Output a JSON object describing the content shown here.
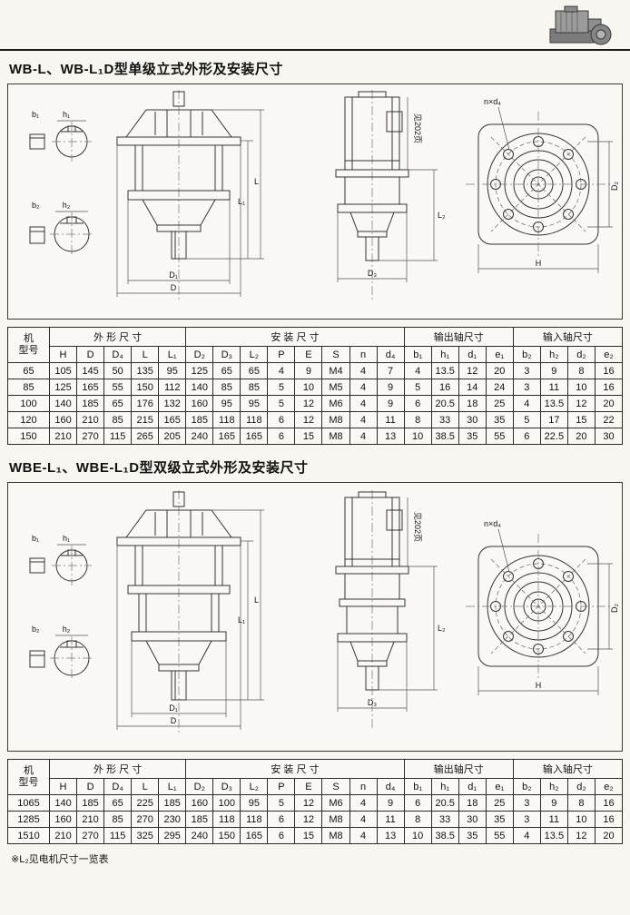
{
  "page": {
    "footer_note": "※L₂见电机尺寸一览表"
  },
  "sections": [
    {
      "heading": "WB-L、WB-L₁D型单级立式外形及安装尺寸"
    },
    {
      "heading": "WBE-L₁、WBE-L₁D型双级立式外形及安装尺寸"
    }
  ],
  "drawing_labels": {
    "h1": "h₁",
    "b1": "b₁",
    "h2": "h₂",
    "b2": "b₂",
    "L": "L",
    "L1": "L₁",
    "L2": "L₂",
    "D": "D",
    "D1": "D₁",
    "D2": "D₂",
    "D3": "D₃",
    "H": "H",
    "n_d4": "n×d₄",
    "note_page": "见202页"
  },
  "tables": {
    "groups": {
      "model": "机\n型号",
      "outline": "外 形 尺 寸",
      "mount": "安 装 尺 寸",
      "output": "输出轴尺寸",
      "input": "输入轴尺寸"
    },
    "columns": [
      "H",
      "D",
      "D₄",
      "L",
      "L₁",
      "D₂",
      "D₃",
      "L₂",
      "P",
      "E",
      "S",
      "n",
      "d₄",
      "b₁",
      "h₁",
      "d₁",
      "e₁",
      "b₂",
      "h₂",
      "d₂",
      "e₂"
    ],
    "table1_rows": [
      [
        "65",
        "105",
        "145",
        "50",
        "135",
        "95",
        "125",
        "65",
        "65",
        "4",
        "9",
        "M4",
        "4",
        "7",
        "4",
        "13.5",
        "12",
        "20",
        "3",
        "9",
        "8",
        "16"
      ],
      [
        "85",
        "125",
        "165",
        "55",
        "150",
        "112",
        "140",
        "85",
        "85",
        "5",
        "10",
        "M5",
        "4",
        "9",
        "5",
        "16",
        "14",
        "24",
        "3",
        "11",
        "10",
        "16"
      ],
      [
        "100",
        "140",
        "185",
        "65",
        "176",
        "132",
        "160",
        "95",
        "95",
        "5",
        "12",
        "M6",
        "4",
        "9",
        "6",
        "20.5",
        "18",
        "25",
        "4",
        "13.5",
        "12",
        "20"
      ],
      [
        "120",
        "160",
        "210",
        "85",
        "215",
        "165",
        "185",
        "118",
        "118",
        "6",
        "12",
        "M8",
        "4",
        "11",
        "8",
        "33",
        "30",
        "35",
        "5",
        "17",
        "15",
        "22"
      ],
      [
        "150",
        "210",
        "270",
        "115",
        "265",
        "205",
        "240",
        "165",
        "165",
        "6",
        "15",
        "M8",
        "4",
        "13",
        "10",
        "38.5",
        "35",
        "55",
        "6",
        "22.5",
        "20",
        "30"
      ]
    ],
    "table2_rows": [
      [
        "1065",
        "140",
        "185",
        "65",
        "225",
        "185",
        "160",
        "100",
        "95",
        "5",
        "12",
        "M6",
        "4",
        "9",
        "6",
        "20.5",
        "18",
        "25",
        "3",
        "9",
        "8",
        "16"
      ],
      [
        "1285",
        "160",
        "210",
        "85",
        "270",
        "230",
        "185",
        "118",
        "118",
        "6",
        "12",
        "M8",
        "4",
        "11",
        "8",
        "33",
        "30",
        "35",
        "3",
        "11",
        "10",
        "16"
      ],
      [
        "1510",
        "210",
        "270",
        "115",
        "325",
        "295",
        "240",
        "150",
        "165",
        "6",
        "15",
        "M8",
        "4",
        "13",
        "10",
        "38.5",
        "35",
        "55",
        "4",
        "13.5",
        "12",
        "20"
      ]
    ]
  }
}
